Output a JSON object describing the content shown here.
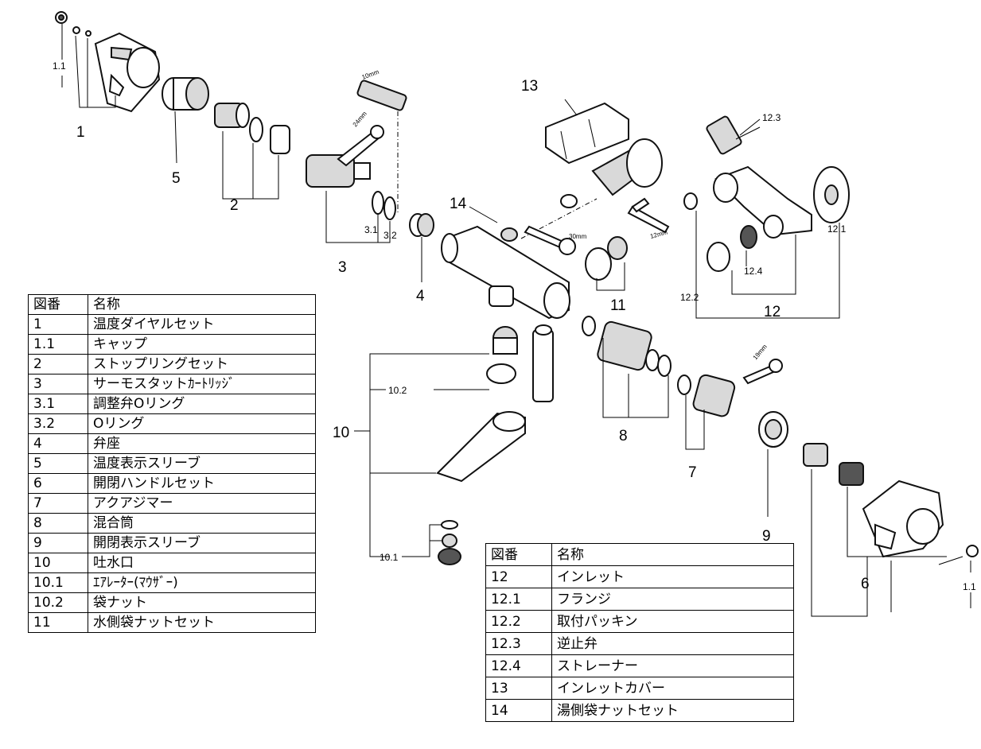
{
  "callouts": {
    "c1": "1",
    "c1_1a": "1.1",
    "c2": "2",
    "c3": "3",
    "c3_1": "3.1",
    "c3_2": "3.2",
    "c4": "4",
    "c5": "5",
    "c6": "6",
    "c1_1b": "1.1",
    "c7": "7",
    "c8": "8",
    "c9": "9",
    "c10": "10",
    "c10_1": "10.1",
    "c10_2": "10.2",
    "c11": "11",
    "c12": "12",
    "c12_1": "12.1",
    "c12_2": "12.2",
    "c12_3": "12.3",
    "c12_4": "12.4",
    "c13": "13",
    "c14": "14"
  },
  "tool_sizes": {
    "t10": "10mm",
    "t24": "24mm",
    "t30": "30mm",
    "t12": "12mm",
    "t19": "19mm"
  },
  "table_left": {
    "headers": [
      "図番",
      "名称"
    ],
    "rows": [
      [
        "1",
        "温度ダイヤルセット"
      ],
      [
        "1.1",
        "キャップ"
      ],
      [
        "2",
        "ストップリングセット"
      ],
      [
        "3",
        "サーモスタットｶｰﾄﾘｯｼﾞ"
      ],
      [
        "3.1",
        "調整弁Oリング"
      ],
      [
        "3.2",
        "Oリング"
      ],
      [
        "4",
        "弁座"
      ],
      [
        "5",
        "温度表示スリーブ"
      ],
      [
        "6",
        "開閉ハンドルセット"
      ],
      [
        "7",
        "アクアジマー"
      ],
      [
        "8",
        "混合筒"
      ],
      [
        "9",
        "開閉表示スリーブ"
      ],
      [
        "10",
        "吐水口"
      ],
      [
        "10.1",
        "ｴｱﾚｰﾀｰ(ﾏｳｻﾞｰ)"
      ],
      [
        "10.2",
        "袋ナット"
      ],
      [
        "11",
        "水側袋ナットセット"
      ]
    ]
  },
  "table_right": {
    "headers": [
      "図番",
      "名称"
    ],
    "rows": [
      [
        "12",
        "インレット"
      ],
      [
        "12.1",
        "フランジ"
      ],
      [
        "12.2",
        "取付パッキン"
      ],
      [
        "12.3",
        "逆止弁"
      ],
      [
        "12.4",
        "ストレーナー"
      ],
      [
        "13",
        "インレットカバー"
      ],
      [
        "14",
        "湯側袋ナットセット"
      ]
    ]
  }
}
